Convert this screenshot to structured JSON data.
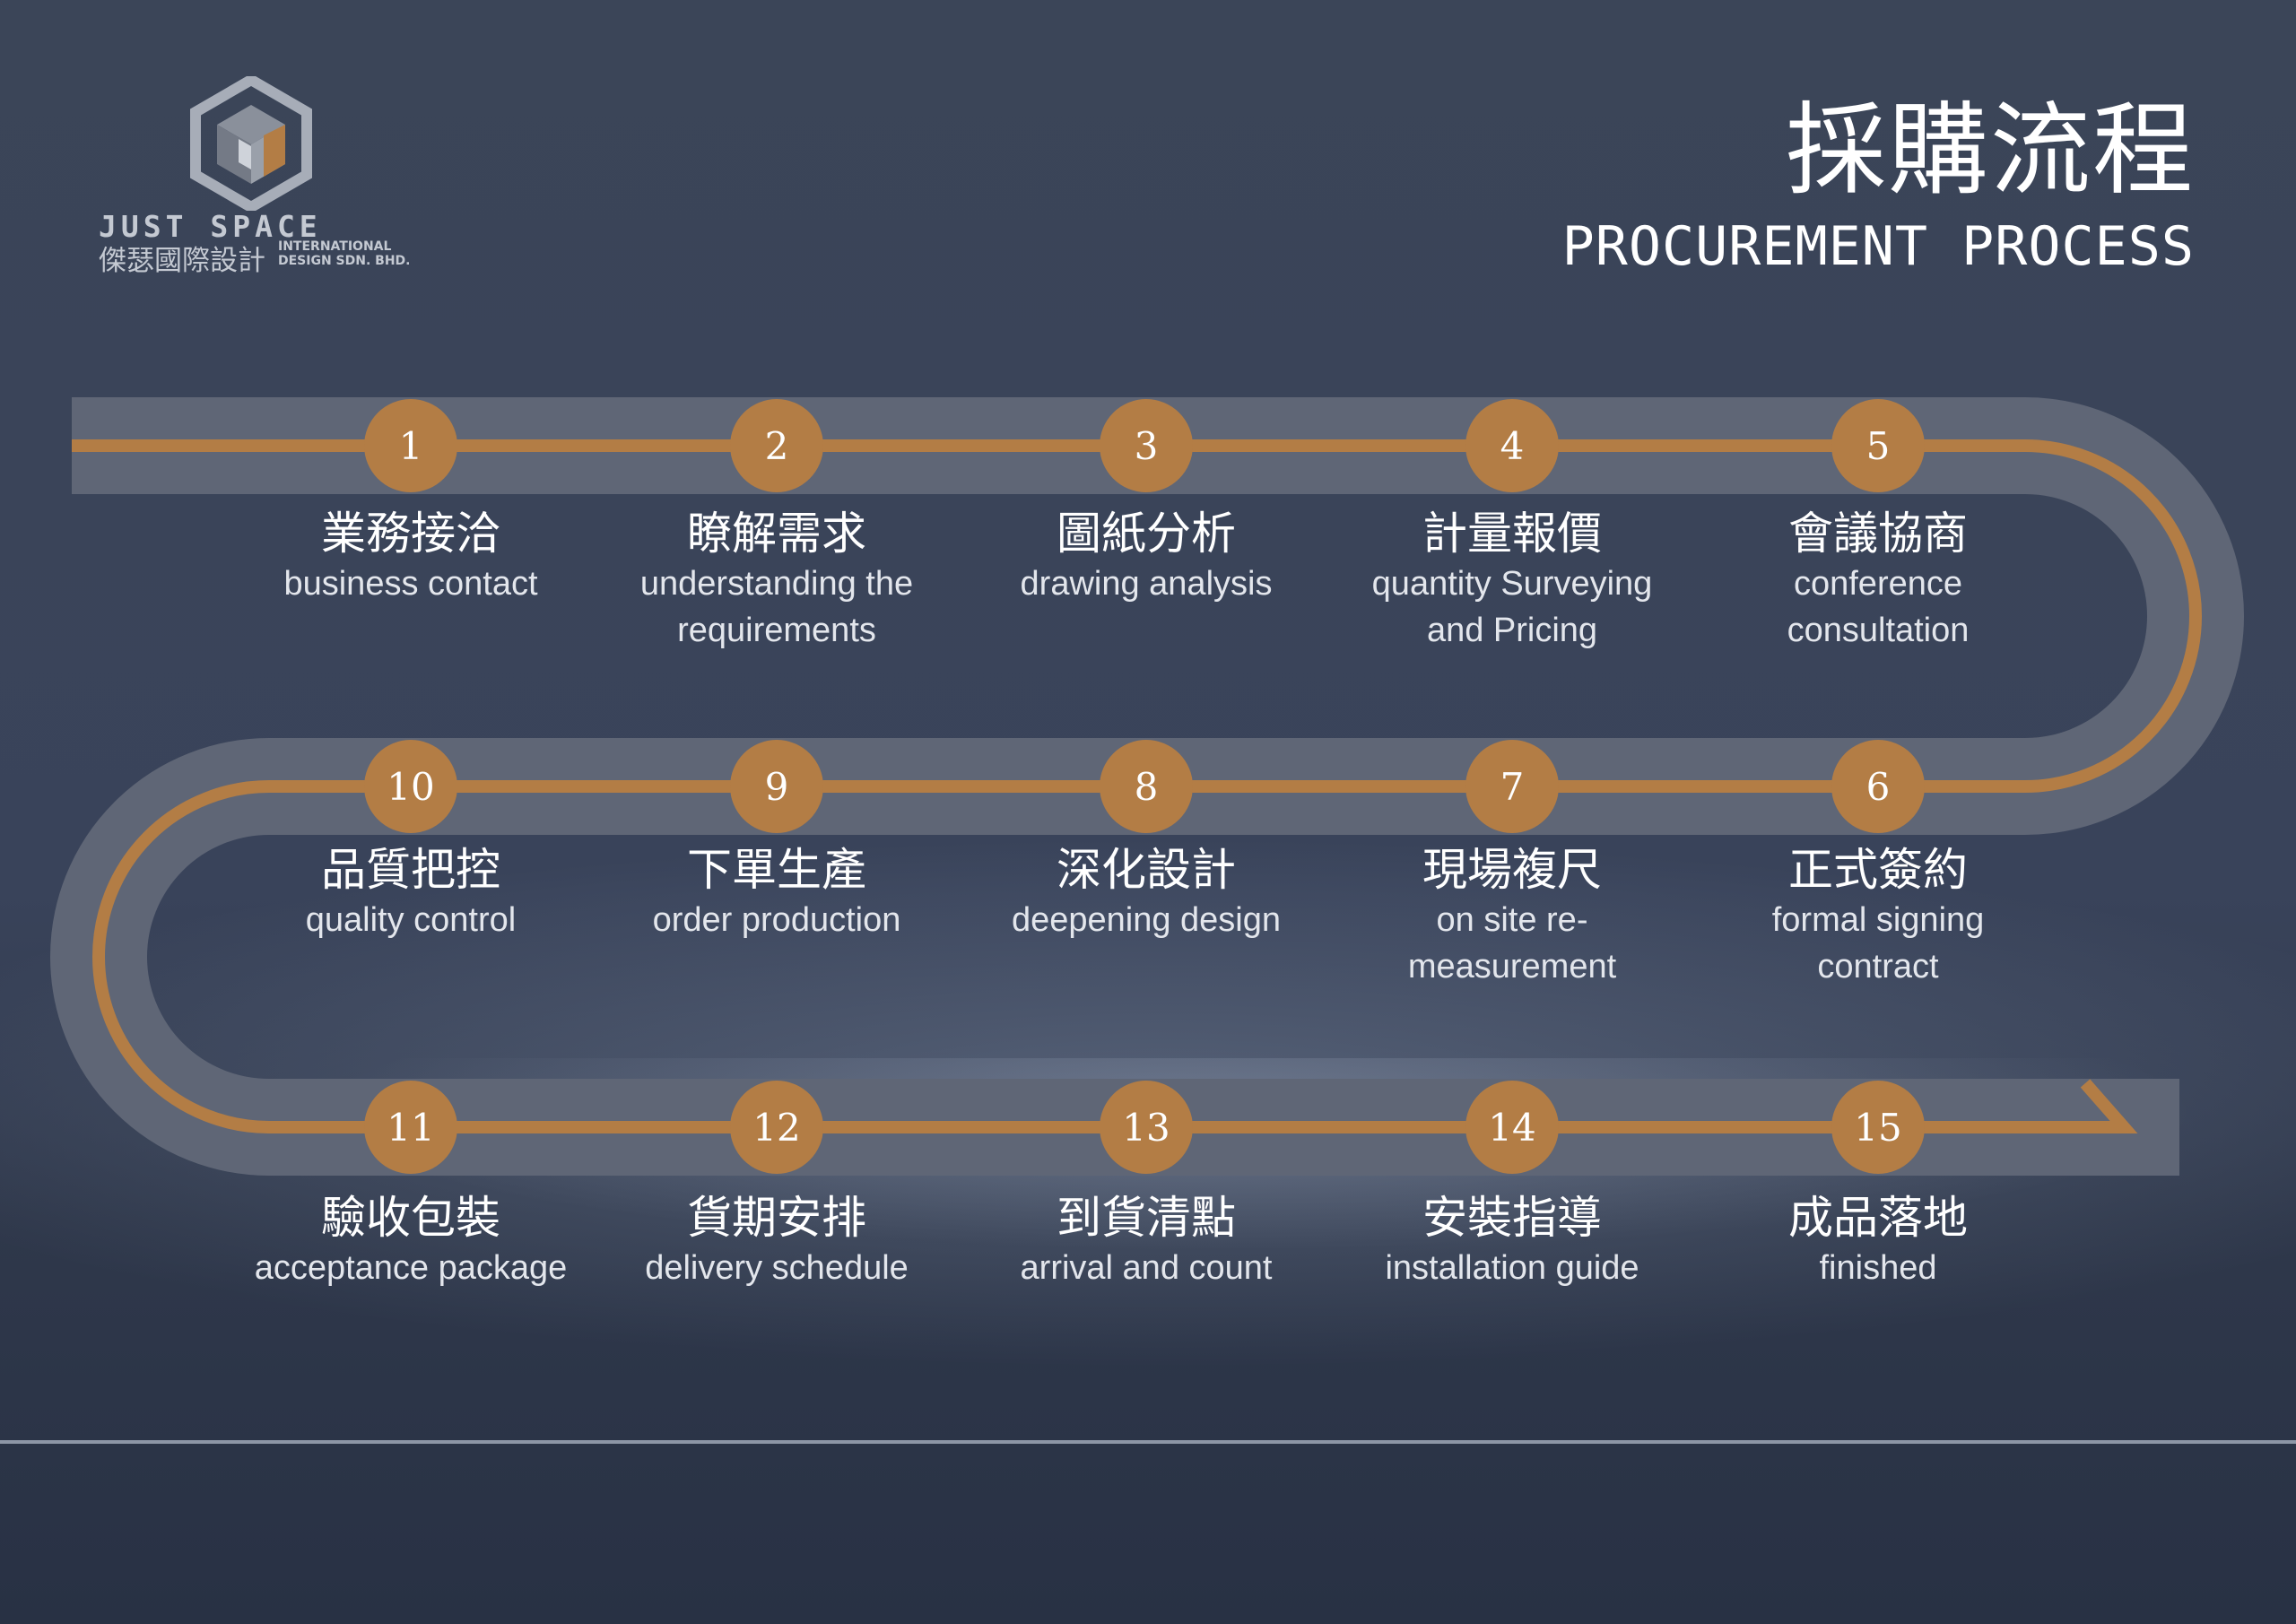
{
  "brand": {
    "wordmark": "JUST SPACE",
    "name_cn": "傑瑟國際設計",
    "name_en_line1": "INTERNATIONAL",
    "name_en_line2": "DESIGN SDN. BHD."
  },
  "header": {
    "title_cn": "採購流程",
    "title_en": "PROCUREMENT PROCESS"
  },
  "colors": {
    "background": "#3a4457",
    "track": "#5f6676",
    "accent": "#b37d45",
    "text": "#ffffff"
  },
  "steps": [
    {
      "number": "1",
      "cn": "業務接洽",
      "en": "business contact"
    },
    {
      "number": "2",
      "cn": "瞭解需求",
      "en": "understanding the requirements"
    },
    {
      "number": "3",
      "cn": "圖紙分析",
      "en": "drawing analysis"
    },
    {
      "number": "4",
      "cn": "計量報價",
      "en": "quantity Surveying and Pricing"
    },
    {
      "number": "5",
      "cn": "會議協商",
      "en": "conference consultation"
    },
    {
      "number": "6",
      "cn": "正式簽約",
      "en": "formal signing contract"
    },
    {
      "number": "7",
      "cn": "現場複尺",
      "en": "on site re-measurement"
    },
    {
      "number": "8",
      "cn": "深化設計",
      "en": "deepening design"
    },
    {
      "number": "9",
      "cn": "下單生產",
      "en": "order production"
    },
    {
      "number": "10",
      "cn": "品質把控",
      "en": "quality control"
    },
    {
      "number": "11",
      "cn": "驗收包裝",
      "en": "acceptance package"
    },
    {
      "number": "12",
      "cn": "貨期安排",
      "en": "delivery schedule"
    },
    {
      "number": "13",
      "cn": "到貨清點",
      "en": "arrival and count"
    },
    {
      "number": "14",
      "cn": "安裝指導",
      "en": "installation guide"
    },
    {
      "number": "15",
      "cn": "成品落地",
      "en": "finished"
    }
  ]
}
